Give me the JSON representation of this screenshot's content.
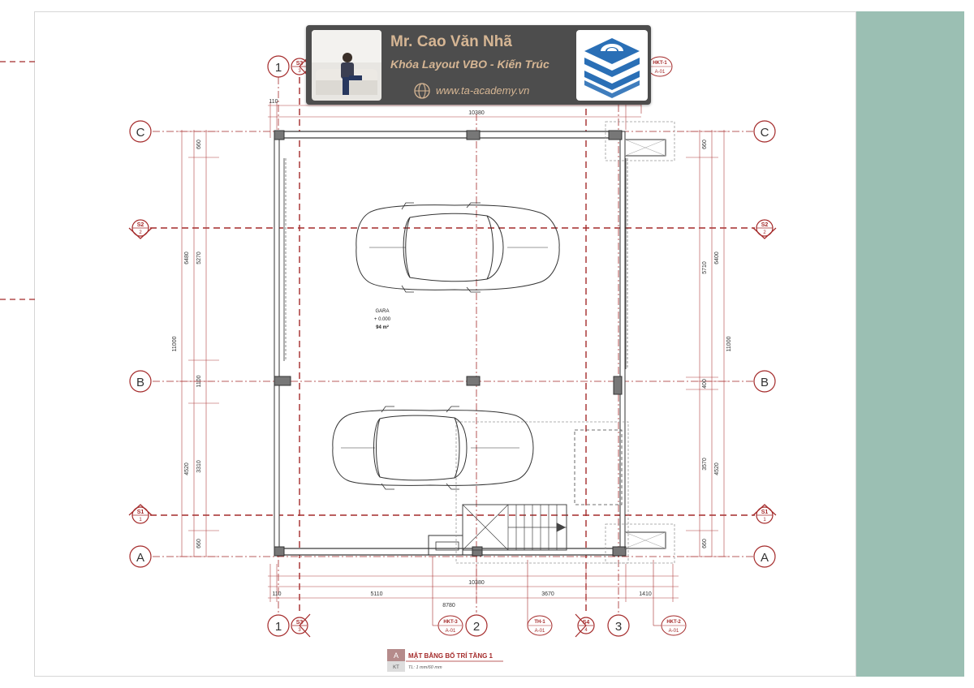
{
  "banner": {
    "name": "Mr. Cao Văn Nhã",
    "course": "Khóa Layout VBO - Kiến Trúc",
    "website": "www.ta-academy.vn"
  },
  "grid": {
    "col_1": "1",
    "col_2": "2",
    "col_3": "3",
    "row_a": "A",
    "row_b": "B",
    "row_c": "C"
  },
  "sections": {
    "s1": "S1",
    "s1_sub": "1",
    "s2": "S2",
    "s2_sub": "2",
    "s3": "S3",
    "s3_sub": "3",
    "s4": "S4",
    "s4_sub": "4"
  },
  "callouts": {
    "hkt1": "HKT-1",
    "hkt1_sheet": "A-01",
    "hkt2": "HKT-2",
    "hkt2_sheet": "A-01",
    "hkt3": "HKT-3",
    "hkt3_sheet": "A-01",
    "th1": "TH-1",
    "th1_sheet": "A-01"
  },
  "room": {
    "name": "GARA",
    "level": "+ 0.000",
    "area": "94 m²"
  },
  "dimensions": {
    "top_110": "110",
    "top_total": "10380",
    "bottom_total": "10380",
    "bottom_110": "110",
    "bottom_5110": "5110",
    "bottom_3670": "3670",
    "bottom_1410": "1410",
    "bottom_8780": "8780",
    "left_660_top": "660",
    "left_6480": "6480",
    "left_5270": "5270",
    "left_11000": "11000",
    "left_1100": "1100",
    "left_4520": "4520",
    "left_3310": "3310",
    "left_660_bot": "660",
    "right_660_top": "660",
    "right_5710": "5710",
    "right_6400": "6400",
    "right_11000": "11000",
    "right_400": "400",
    "right_3570": "3570",
    "right_4520": "4520",
    "right_660_bot": "660"
  },
  "title_block": {
    "tag": "A",
    "title": "MẶT BẰNG BỐ TRÍ TẦNG 1",
    "sub_tag": "KT",
    "scale": "TL: 1 mm/60 mm"
  },
  "colors": {
    "grid_red": "#a42a2a",
    "dim_red": "#b04040",
    "wall": "#333333",
    "side_panel": "#9bbfb3",
    "banner_bg": "#4d4d4d",
    "banner_text": "#d6b694",
    "logo_blue": "#2a6fb6"
  }
}
